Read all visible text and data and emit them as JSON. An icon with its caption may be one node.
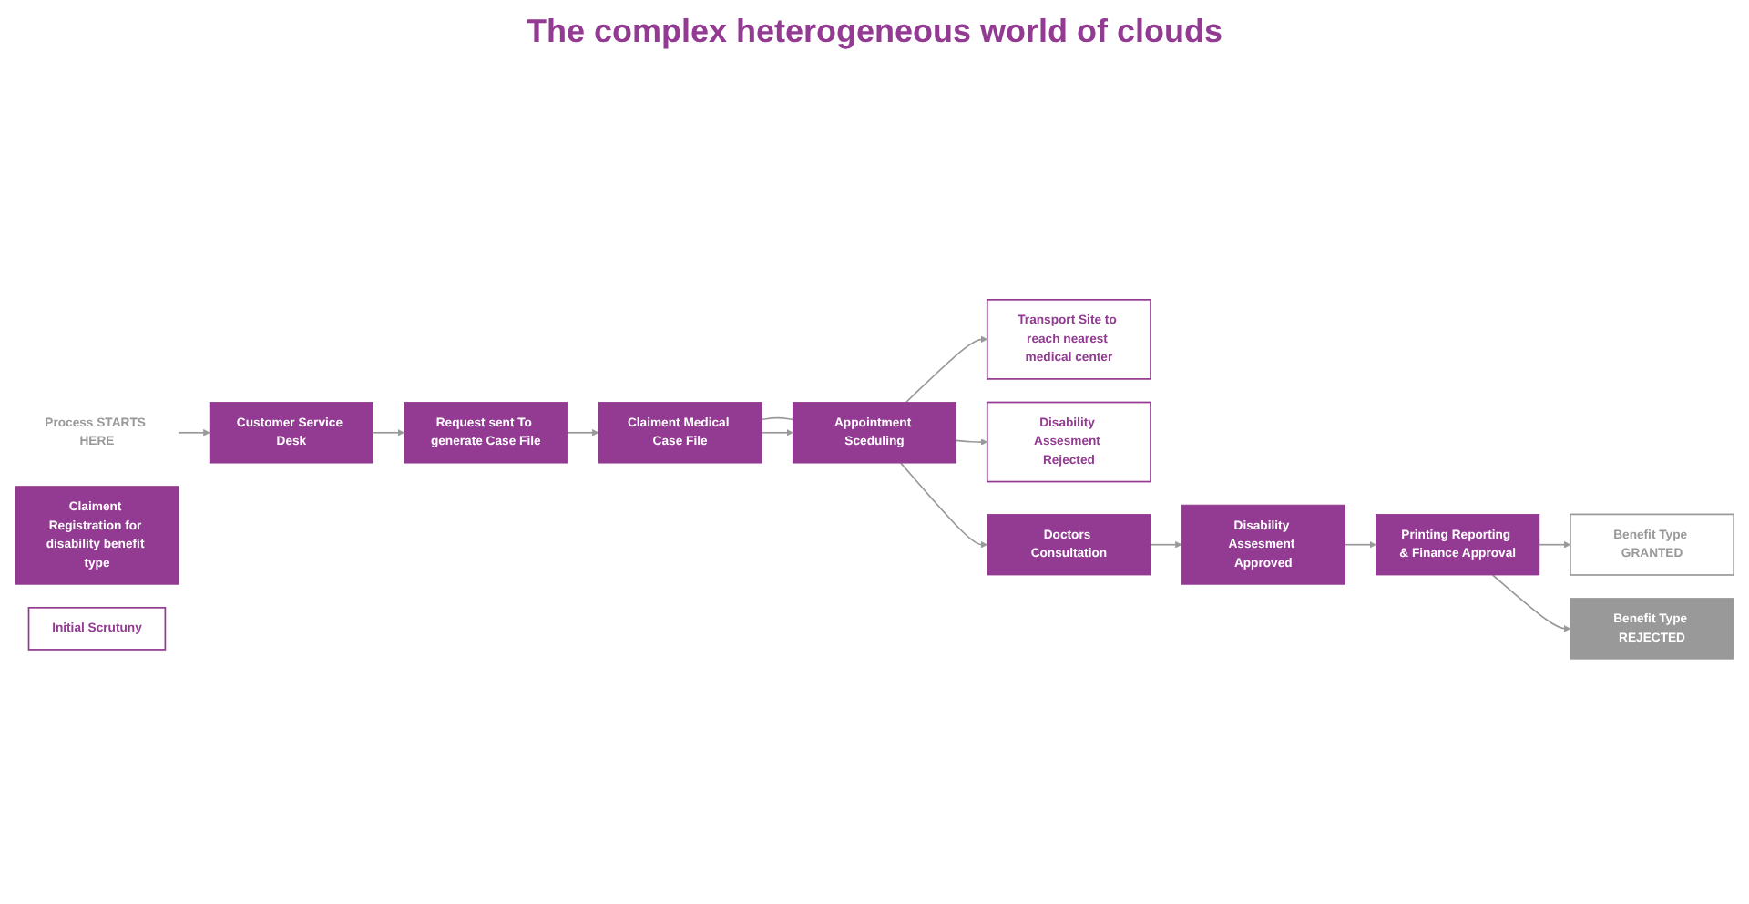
{
  "diagram": {
    "nodes": [
      {
        "text": [
          "Process STARTS HERE"
        ]
      },
      {
        "text": [
          "Claiment Registration for disability benefit type"
        ]
      },
      {
        "text": [
          "Initial Scrutuny"
        ]
      },
      {
        "text": [
          "Customer Service Desk"
        ]
      },
      {
        "text": [
          "Request sent To generate Case File"
        ]
      },
      {
        "text": [
          "Claiment Medical Case File"
        ]
      },
      {
        "text": [
          "Appointment Sceduling"
        ]
      },
      {
        "text": [
          "Transport Site to reach nearest medical center"
        ]
      },
      {
        "text": [
          "Disability Assesment Rejected"
        ]
      },
      {
        "text": [
          "Benefit Type GRANTED"
        ]
      },
      {
        "text": [
          "Printing Reporting & Finance Approval"
        ]
      },
      {
        "text": [
          "Disability Assesment Approved"
        ]
      },
      {
        "text": [
          "Doctors Consultation"
        ]
      },
      {
        "text": [
          "Benefit Type REJECTED"
        ]
      }
    ],
    "edges": [
      {
        "from": 0,
        "to": 3,
        "arrow": "to"
      },
      {
        "from": 3,
        "to": 4,
        "arrow": "to"
      },
      {
        "from": 4,
        "to": 5,
        "arrow": "to"
      },
      {
        "from": 5,
        "to": 6,
        "arrow": "none"
      },
      {
        "from": 5,
        "to": 6,
        "arrow": "to"
      },
      {
        "from": 6,
        "to": 7,
        "arrow": "to"
      },
      {
        "from": 6,
        "to": 12,
        "arrow": "to"
      },
      {
        "from": 6,
        "to": 8,
        "arrow": "to"
      },
      {
        "from": 12,
        "to": 11,
        "arrow": "to"
      },
      {
        "from": 11,
        "to": 10,
        "arrow": "to"
      },
      {
        "from": 10,
        "to": 9,
        "arrow": "to"
      },
      {
        "from": 10,
        "to": 13,
        "arrow": "to"
      }
    ],
    "labels": [
      "The complex heterogeneous world of clouds"
    ]
  }
}
